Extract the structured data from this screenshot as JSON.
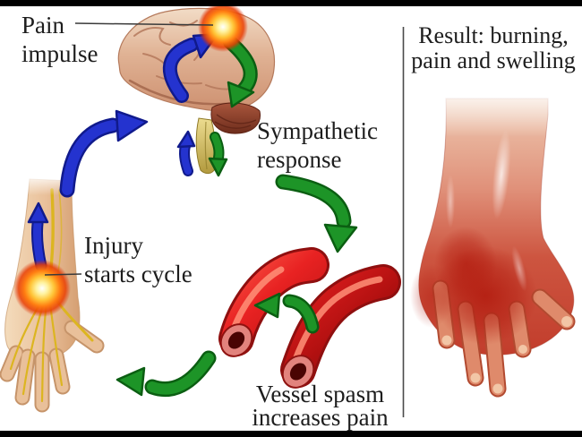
{
  "figure": {
    "labels": {
      "pain_impulse": {
        "line1": "Pain",
        "line2": "impulse"
      },
      "sympathetic_response": {
        "line1": "Sympathetic",
        "line2": "response"
      },
      "injury_starts_cycle": {
        "line1": "Injury",
        "line2": "starts cycle"
      },
      "vessel_spasm": {
        "line1": "Vessel spasm",
        "line2": "increases pain"
      },
      "result": {
        "line1": "Result: burning,",
        "line2": "pain and swelling"
      }
    },
    "colors": {
      "background": "#ffffff",
      "frame": "#000000",
      "text": "#1d1d1d",
      "divider": "#4a4a4a",
      "pointer_line": "#3a3a3a",
      "arrow_blue": "#2433cf",
      "arrow_blue_dark": "#101a8c",
      "arrow_green": "#1d9427",
      "arrow_green_dark": "#0b5e12",
      "vessel_red": "#e02020",
      "glow_orange": "#ff8a00",
      "skin": "#e9c09a",
      "inflamed_red": "#c23d2c",
      "nerve_yellow": "#dcb520"
    },
    "illustrations": {
      "brain": "human brain with brainstem and pain flash",
      "injured_arm": "left forearm and hand with nerves and injury flash",
      "blood_vessels": "two constricted red blood vessels",
      "swollen_hand": "red swollen right hand and forearm"
    }
  }
}
